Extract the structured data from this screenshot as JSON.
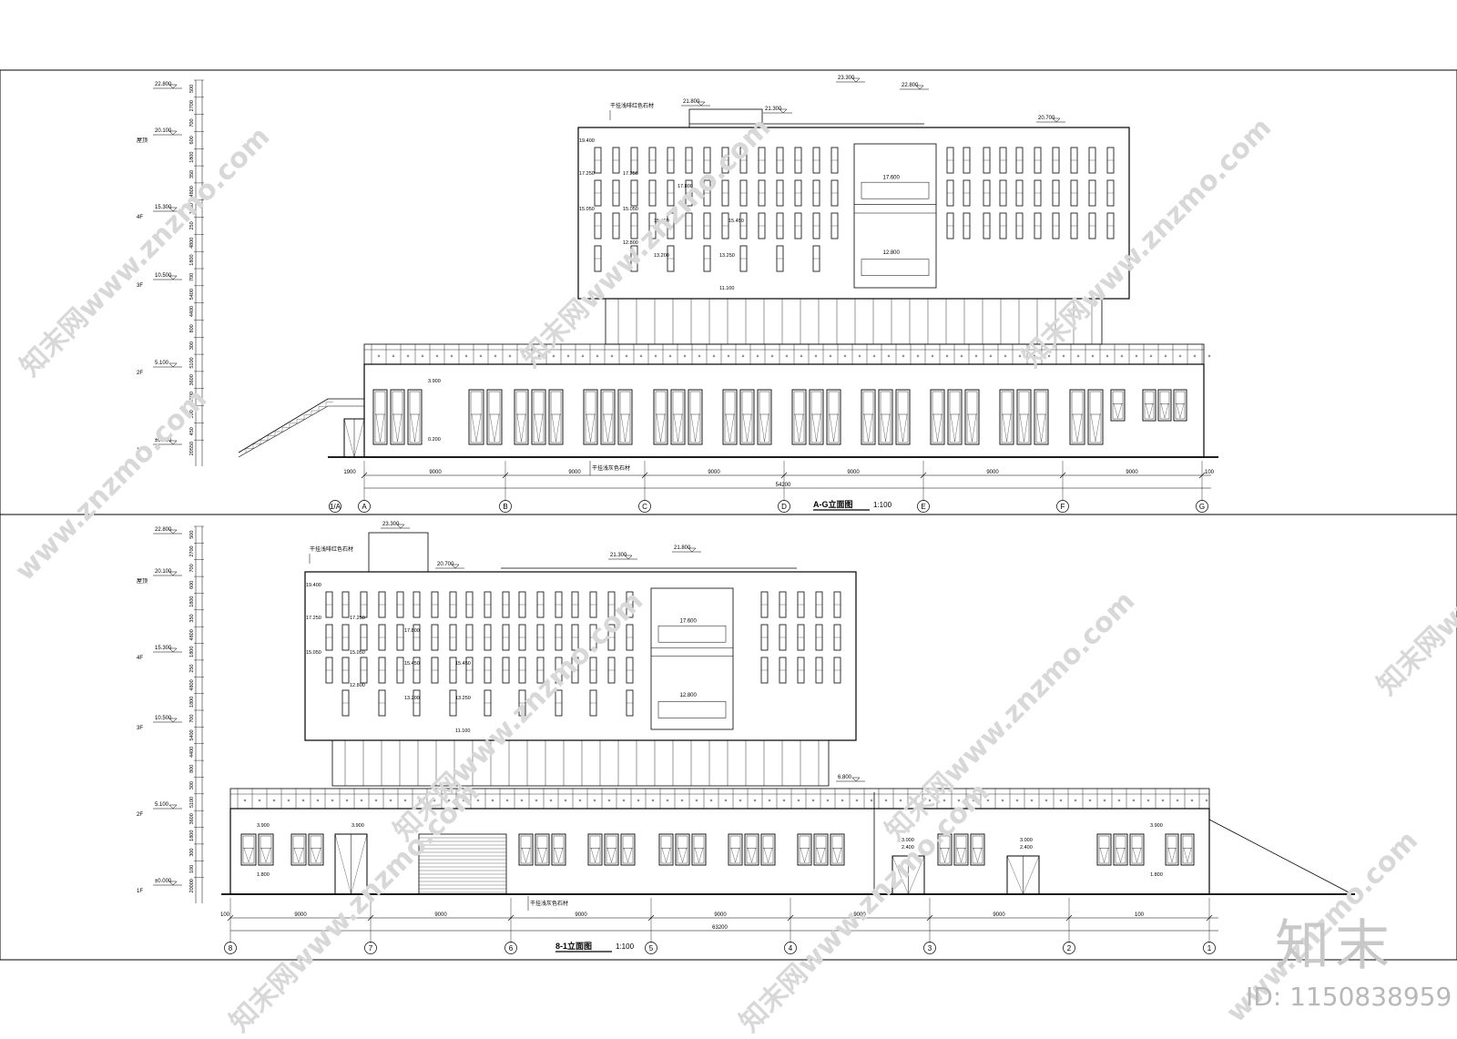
{
  "watermark": {
    "site_text": "知末网www.znzmo.com",
    "site_short": "www.znzmo.com",
    "logo": "知末",
    "id_label": "ID: 1150838959"
  },
  "elev1": {
    "title": "A-G立面图",
    "scale": "1:100",
    "material_note_top": "干挂浅啡红色石材",
    "material_note_bottom": "干挂浅灰色石材",
    "levels_left": [
      "22.800",
      "20.100",
      "15.300",
      "10.500",
      "5.100",
      "±0.000"
    ],
    "floor_labels": [
      "屋顶",
      "4F",
      "3F",
      "2F",
      "1F"
    ],
    "roof_marks": [
      "23.300",
      "22.800",
      "21.800",
      "21.300",
      "20.700"
    ],
    "inner_levels": [
      "19.400",
      "17.250",
      "17.250",
      "17.800",
      "15.050",
      "15.050",
      "15.450",
      "15.450",
      "12.800",
      "13.200",
      "13.250",
      "11.100",
      "17.600",
      "12.800",
      "3.900",
      "0.200"
    ],
    "vertical_dims": [
      "500",
      "2700",
      "700",
      "600",
      "1800",
      "350",
      "4800",
      "1800",
      "250",
      "4800",
      "1800",
      "700",
      "5400",
      "4400",
      "800",
      "300",
      "5100",
      "3600",
      "1800",
      "300",
      "450",
      "20550"
    ],
    "bay_dims": [
      "1900",
      "9000",
      "9000",
      "9000",
      "9000",
      "9000",
      "9000",
      "100"
    ],
    "total_dim": "54200",
    "axes": [
      "1/A",
      "A",
      "B",
      "C",
      "D",
      "E",
      "F",
      "G"
    ]
  },
  "elev2": {
    "title": "8-1立面图",
    "scale": "1:100",
    "material_note_top": "干挂浅啡红色石材",
    "material_note_bottom": "干挂浅灰色石材",
    "levels_left": [
      "22.800",
      "20.100",
      "15.300",
      "10.500",
      "5.100",
      "±0.000"
    ],
    "floor_labels": [
      "屋顶",
      "4F",
      "3F",
      "2F",
      "1F"
    ],
    "roof_marks": [
      "23.300",
      "20.700",
      "21.300",
      "21.800",
      "6.800"
    ],
    "inner_levels": [
      "19.400",
      "17.250",
      "17.250",
      "17.800",
      "15.050",
      "15.050",
      "15.450",
      "15.450",
      "12.800",
      "13.200",
      "13.250",
      "11.100",
      "17.600",
      "12.800",
      "3.900",
      "3.900",
      "1.800",
      "3.000",
      "2.400",
      "3.000",
      "2.400",
      "3.900",
      "1.800"
    ],
    "vertical_dims": [
      "500",
      "2700",
      "700",
      "600",
      "1800",
      "350",
      "4800",
      "1800",
      "250",
      "4800",
      "1800",
      "700",
      "5400",
      "4400",
      "800",
      "300",
      "5100",
      "3600",
      "1800",
      "300",
      "100",
      "20000"
    ],
    "bay_dims": [
      "100",
      "9000",
      "9000",
      "9000",
      "9000",
      "9000",
      "9000",
      "100"
    ],
    "total_dim": "63200",
    "axes": [
      "8",
      "7",
      "6",
      "5",
      "4",
      "3",
      "2",
      "1"
    ]
  }
}
